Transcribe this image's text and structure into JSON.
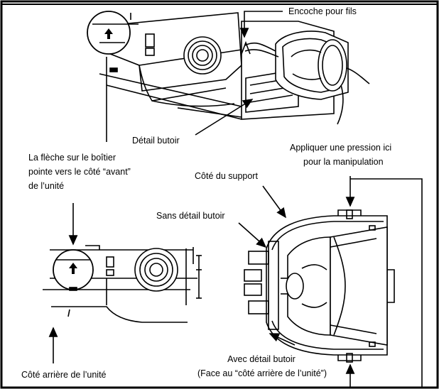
{
  "labels": {
    "wire_notch": "Encoche pour fils",
    "stop_detail": "Détail butoir",
    "arrow_line1": "La flèche sur le boîtier",
    "arrow_line2": "pointe vers le côté “avant”",
    "arrow_line3": "de l’unité",
    "pressure_line1": "Appliquer une pression ici",
    "pressure_line2": "pour la manipulation",
    "support_side": "Côté du support",
    "without_stop": "Sans détail butoir",
    "with_stop_line1": "Avec détail butoir",
    "with_stop_line2": "(Face au “côté arrière de l’unité”)",
    "rear_side": "Côté arrière de l’unité"
  },
  "icons": {
    "arrow": "up-arrow-icon"
  }
}
